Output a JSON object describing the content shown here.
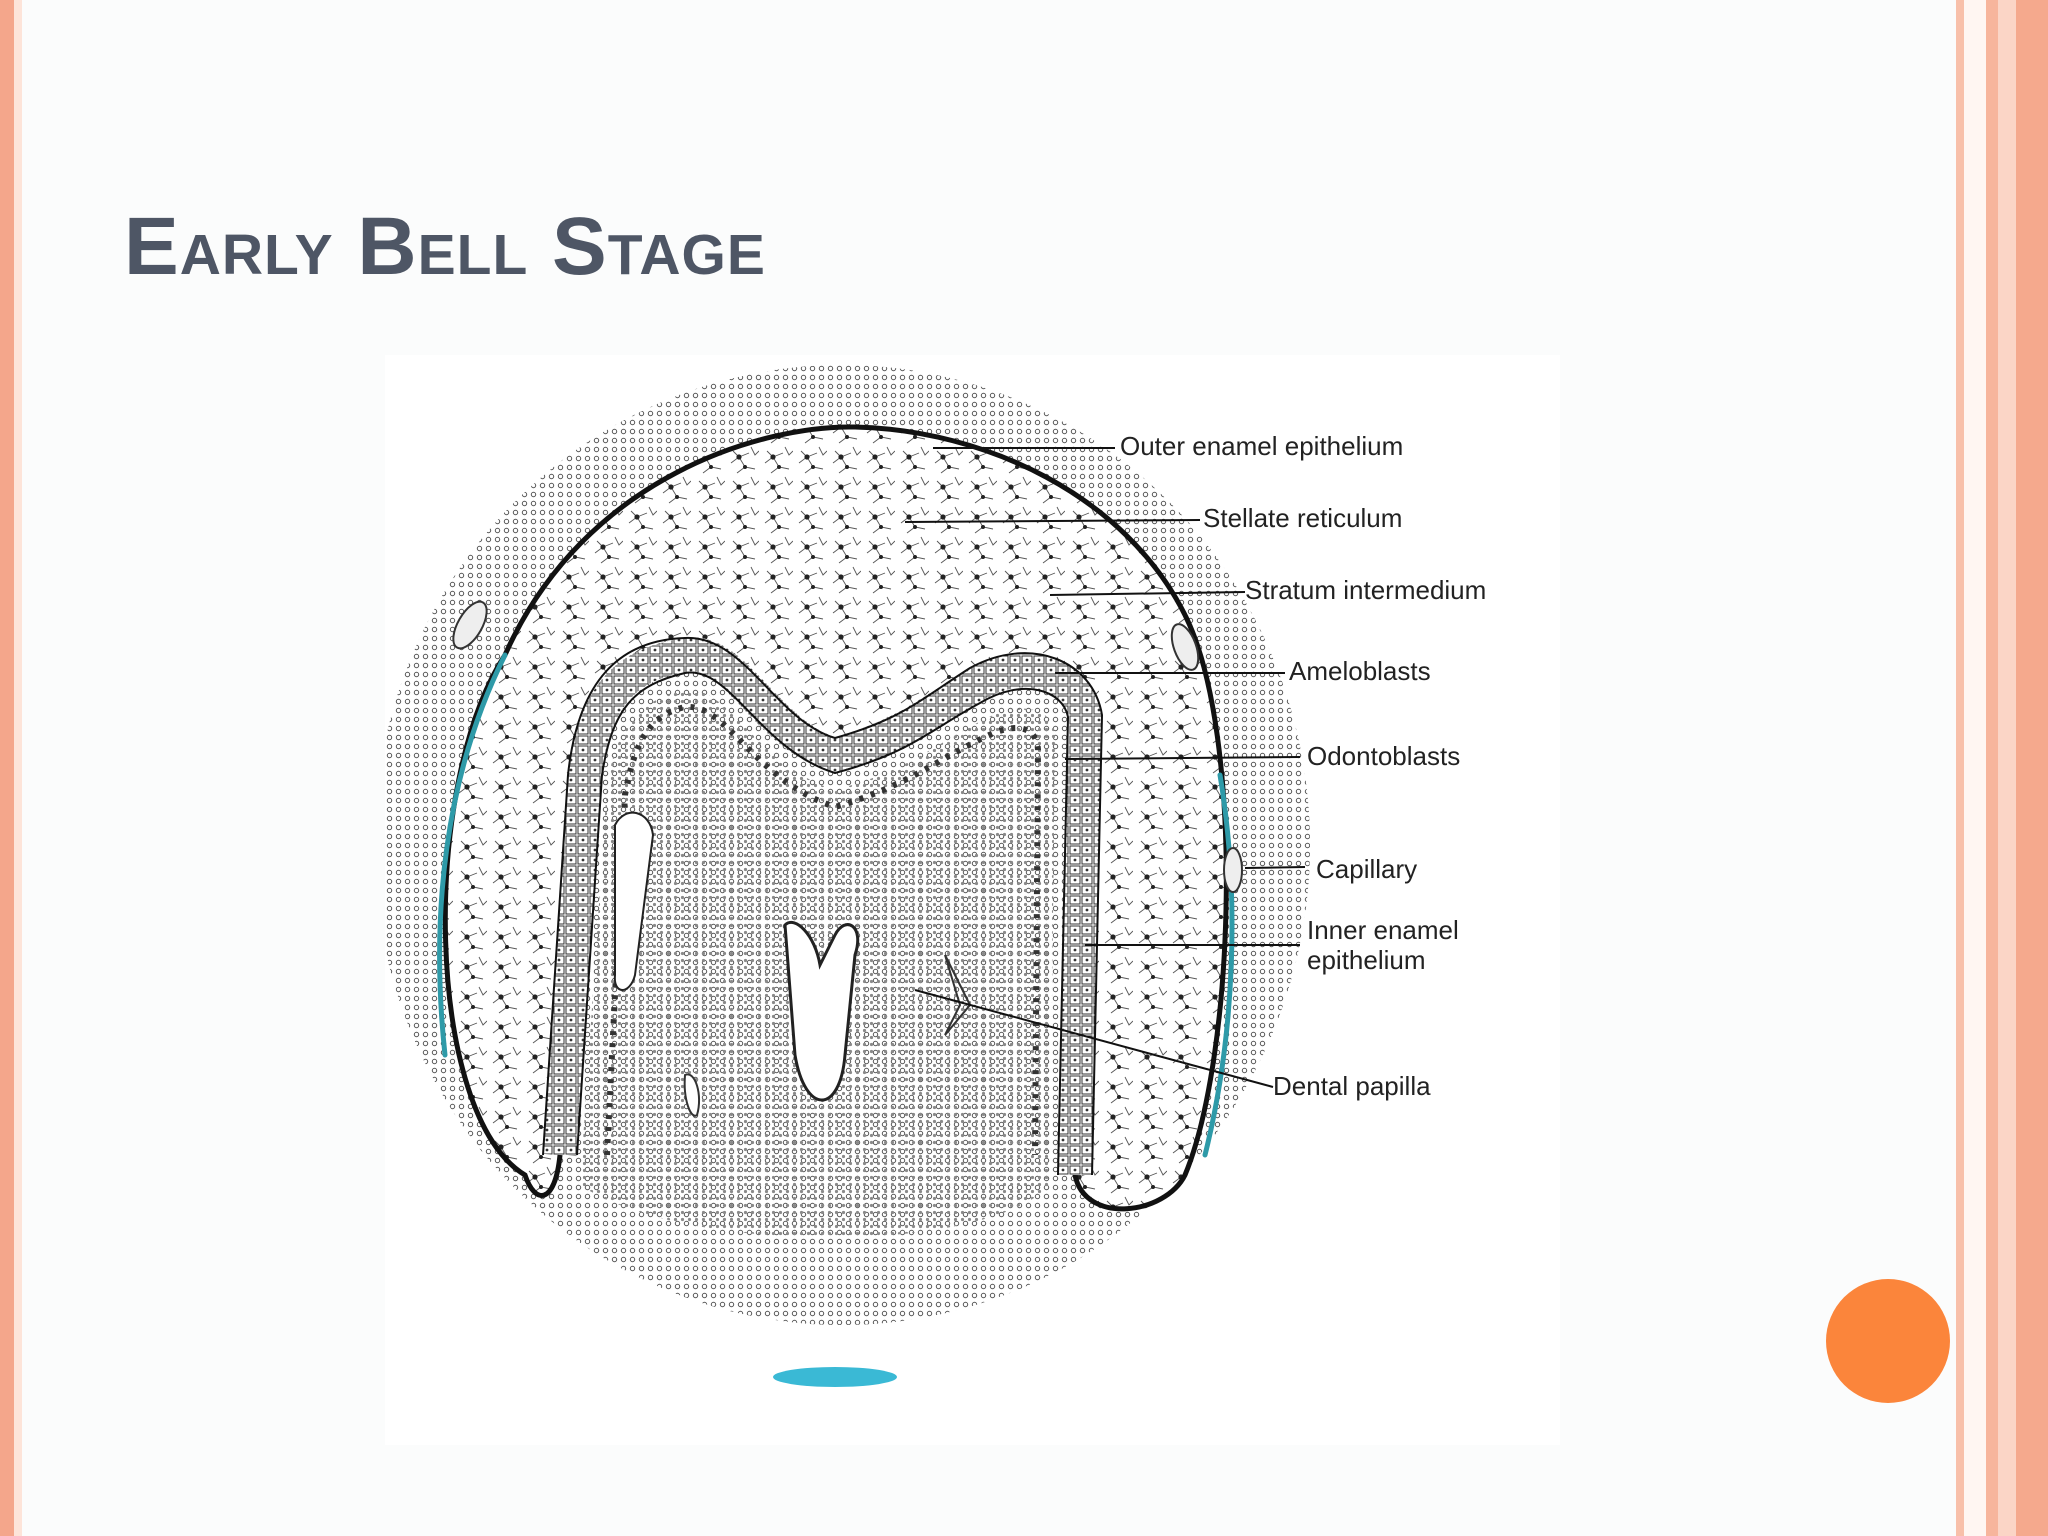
{
  "slide": {
    "title": "Early Bell Stage"
  },
  "diagram": {
    "labels": {
      "outer_enamel_epithelium": "Outer enamel epithelium",
      "stellate_reticulum": "Stellate reticulum",
      "stratum_intermedium": "Stratum intermedium",
      "ameloblasts": "Ameloblasts",
      "odontoblasts": "Odontoblasts",
      "capillary": "Capillary",
      "inner_enamel_epithelium_line1": "Inner enamel",
      "inner_enamel_epithelium_line2": "epithelium",
      "dental_papilla": "Dental papilla"
    }
  },
  "colors": {
    "title": "#4e5665",
    "accent_dot": "#fb853b",
    "frame_border": "#f4a68b",
    "epithelium_teal": "#2e9aa8"
  }
}
